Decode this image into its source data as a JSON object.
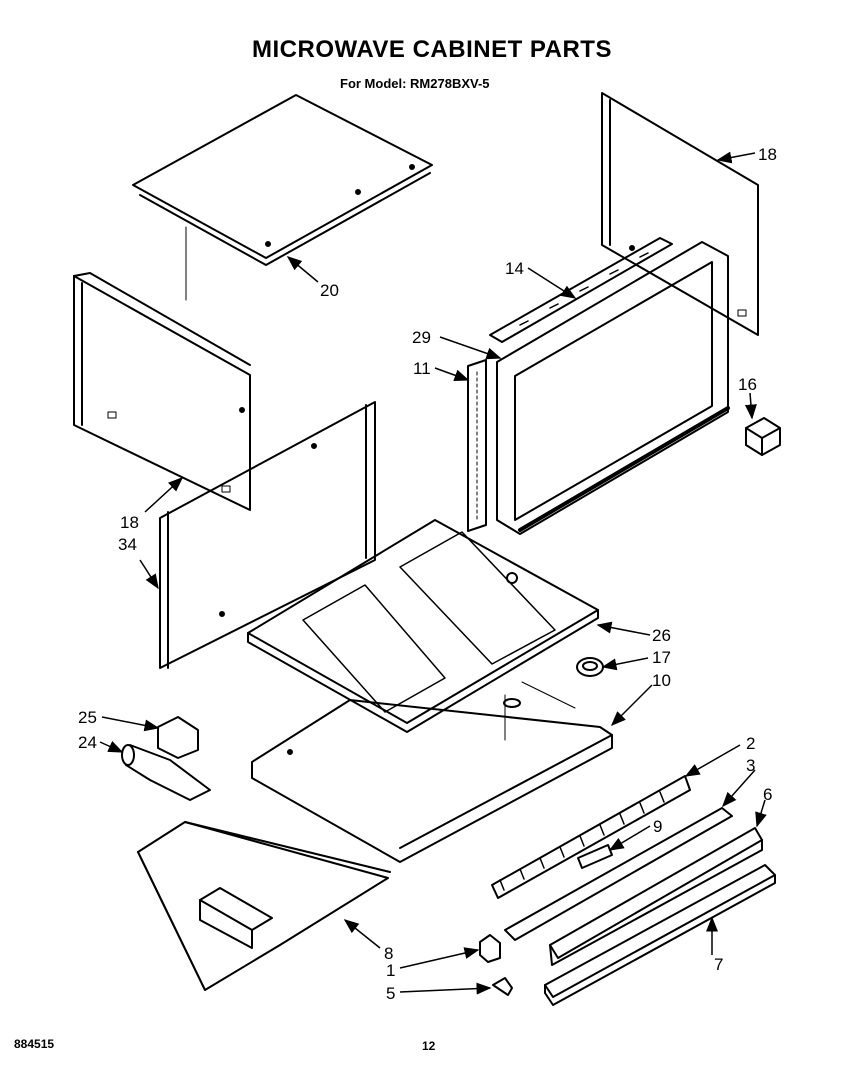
{
  "header": {
    "title": "MICROWAVE CABINET PARTS",
    "subtitle": "For Model: RM278BXV-5"
  },
  "footer": {
    "code": "884515",
    "page": "12"
  },
  "callouts": {
    "c18a": "18",
    "c20": "20",
    "c14": "14",
    "c29": "29",
    "c11": "11",
    "c16": "16",
    "c18b": "18",
    "c34": "34",
    "c26": "26",
    "c17": "17",
    "c10": "10",
    "c25": "25",
    "c24": "24",
    "c2": "2",
    "c3": "3",
    "c6": "6",
    "c9": "9",
    "c8": "8",
    "c1": "1",
    "c7": "7",
    "c5": "5"
  }
}
